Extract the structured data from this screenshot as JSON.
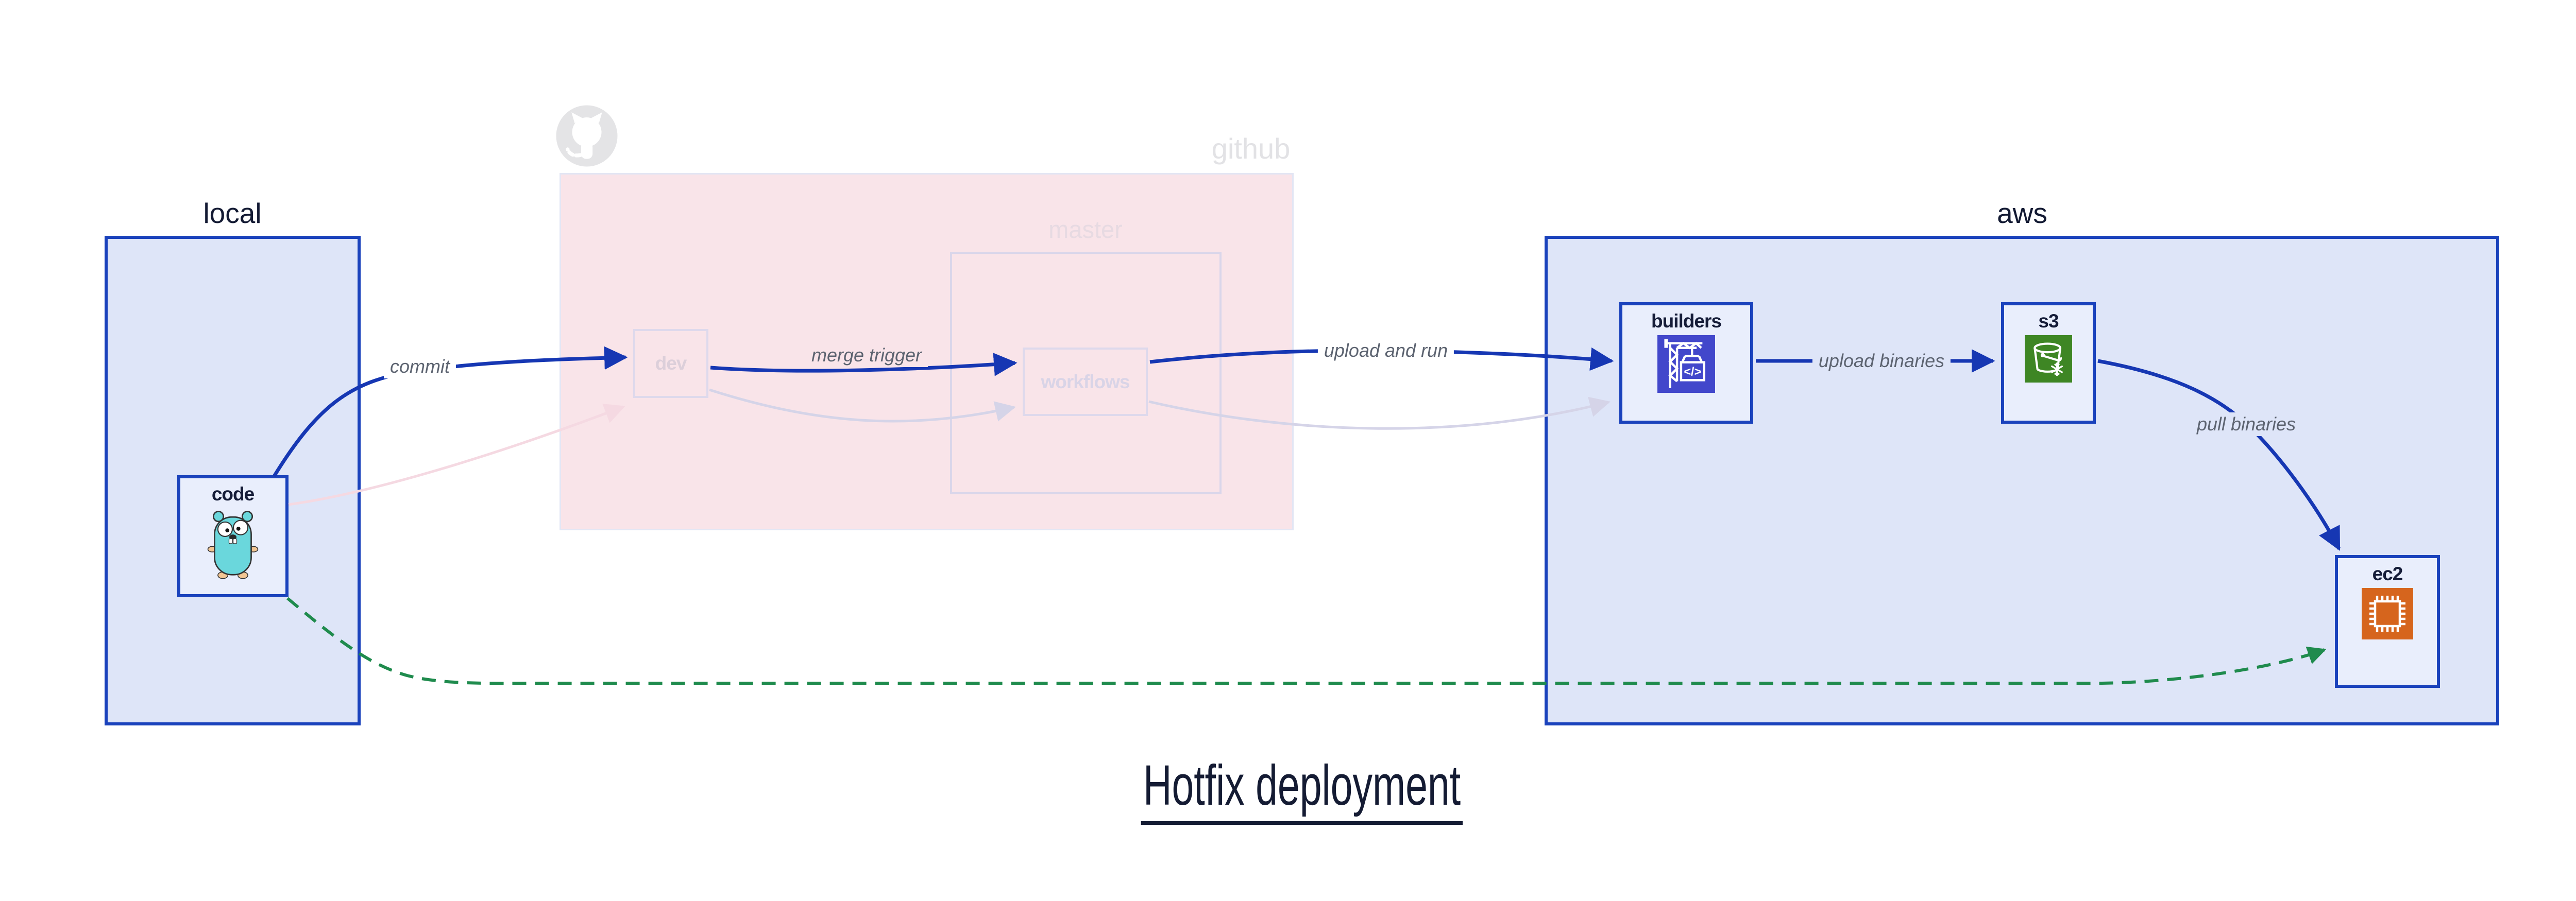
{
  "title": {
    "text": "Hotfix deployment"
  },
  "regions": {
    "local": {
      "label": "local"
    },
    "github": {
      "label": "github",
      "branch_label": "master",
      "logo_icon": "github-octocat-icon",
      "state": "faded"
    },
    "aws": {
      "label": "aws"
    }
  },
  "nodes": {
    "code": {
      "label": "code",
      "icon": "go-gopher-icon",
      "region": "local",
      "state": "highlighted"
    },
    "dev": {
      "label": "dev",
      "icon": "",
      "region": "github",
      "state": "faded"
    },
    "workflows": {
      "label": "workflows",
      "icon": "",
      "region": "github-master",
      "state": "faded"
    },
    "builders": {
      "label": "builders",
      "icon": "codebuild-crane-icon",
      "region": "aws",
      "state": "highlighted"
    },
    "s3": {
      "label": "s3",
      "icon": "s3-bucket-icon",
      "region": "aws",
      "state": "highlighted"
    },
    "ec2": {
      "label": "ec2",
      "icon": "ec2-chip-icon",
      "region": "aws",
      "state": "highlighted"
    }
  },
  "edges": {
    "commit": {
      "label": "commit",
      "from": "code",
      "to": "dev",
      "style": "highlighted-blue"
    },
    "code_to_dev_normal": {
      "label": "",
      "from": "code",
      "to": "dev",
      "style": "faded-pink"
    },
    "merge_trigger": {
      "label": "merge trigger",
      "from": "dev",
      "to": "workflows",
      "style": "highlighted-blue"
    },
    "dev_to_workflows_normal": {
      "label": "",
      "from": "dev",
      "to": "workflows",
      "style": "faded-lavender"
    },
    "upload_and_run": {
      "label": "upload and run",
      "from": "workflows",
      "to": "builders",
      "style": "highlighted-blue"
    },
    "workflows_to_builders_normal": {
      "label": "",
      "from": "workflows",
      "to": "builders",
      "style": "faded-lavender"
    },
    "upload_binaries": {
      "label": "upload binaries",
      "from": "builders",
      "to": "s3",
      "style": "highlighted-blue"
    },
    "pull_binaries": {
      "label": "pull binaries",
      "from": "s3",
      "to": "ec2",
      "style": "highlighted-blue"
    },
    "hotfix_path": {
      "label": "",
      "from": "code",
      "to": "ec2",
      "style": "green-dashed"
    }
  },
  "colors": {
    "region_border_blue": "#1a42bc",
    "region_fill_blue": "#dee5f8",
    "node_fill": "#e9eefc",
    "github_region_fill": "#f9e4e9",
    "github_region_border": "#e3e6f4",
    "master_box_border": "#dad6ea",
    "arrow_blue": "#1637b3",
    "arrow_faded_pink": "#f5d9e2",
    "arrow_faded_lavender": "#d5d4e8",
    "arrow_hotfix_green": "#1f8b4d",
    "text_dark_navy": "#141b33",
    "edge_label_gray": "#5c6370",
    "faded_label_gray": "#e2e2e5",
    "codebuild_purple": "#4247cb",
    "s3_green": "#3e8624",
    "ec2_orange": "#d6651d",
    "gopher_teal": "#6ad7dc"
  }
}
